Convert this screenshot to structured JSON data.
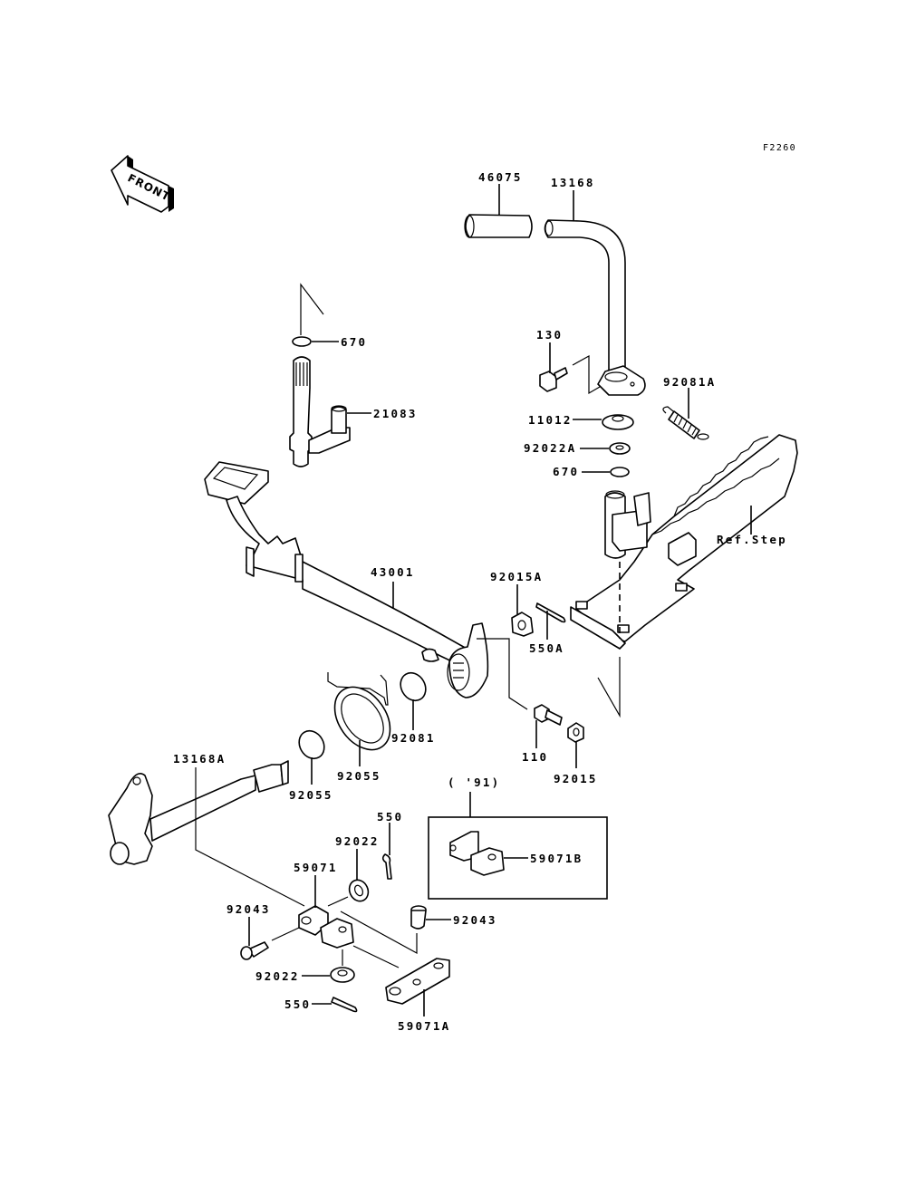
{
  "diagram": {
    "code": "F2260",
    "front_indicator": "FRONT",
    "variant_box_label": "( '91)",
    "colors": {
      "line": "#000000",
      "background": "#ffffff"
    }
  },
  "parts": [
    {
      "id": "p46075",
      "number": "46075"
    },
    {
      "id": "p13168",
      "number": "13168"
    },
    {
      "id": "p130",
      "number": "130"
    },
    {
      "id": "p92081A",
      "number": "92081A"
    },
    {
      "id": "p11012",
      "number": "11012"
    },
    {
      "id": "p92022A",
      "number": "92022A"
    },
    {
      "id": "p670a",
      "number": "670"
    },
    {
      "id": "p670b",
      "number": "670"
    },
    {
      "id": "p21083",
      "number": "21083"
    },
    {
      "id": "pRefStep",
      "number": "Ref.Step"
    },
    {
      "id": "p43001",
      "number": "43001"
    },
    {
      "id": "p92015A",
      "number": "92015A"
    },
    {
      "id": "p550A",
      "number": "550A"
    },
    {
      "id": "p92055a",
      "number": "92055"
    },
    {
      "id": "p92081",
      "number": "92081"
    },
    {
      "id": "p92055b",
      "number": "92055"
    },
    {
      "id": "p110",
      "number": "110"
    },
    {
      "id": "p92015",
      "number": "92015"
    },
    {
      "id": "p13168A",
      "number": "13168A"
    },
    {
      "id": "p550a",
      "number": "550"
    },
    {
      "id": "p92022a",
      "number": "92022"
    },
    {
      "id": "p59071",
      "number": "59071"
    },
    {
      "id": "p92043a",
      "number": "92043"
    },
    {
      "id": "p92043b",
      "number": "92043"
    },
    {
      "id": "p92022b",
      "number": "92022"
    },
    {
      "id": "p550b",
      "number": "550"
    },
    {
      "id": "p59071A",
      "number": "59071A"
    },
    {
      "id": "p59071B",
      "number": "59071B"
    }
  ]
}
